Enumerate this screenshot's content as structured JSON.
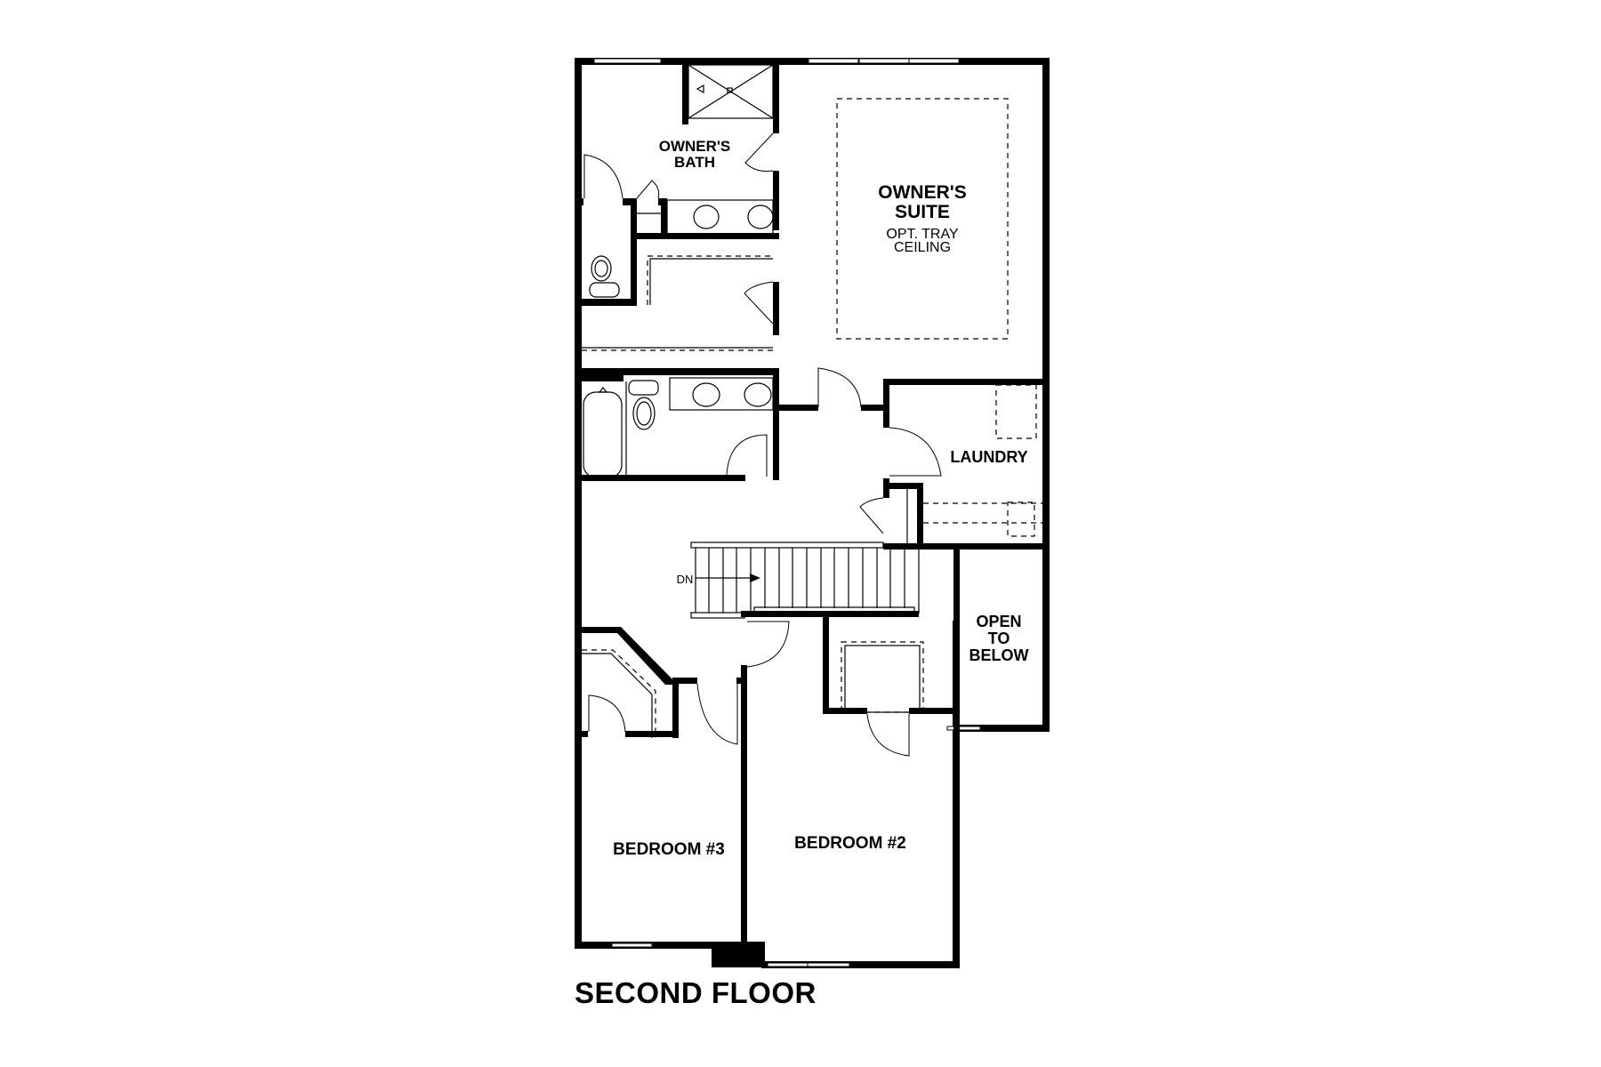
{
  "plan": {
    "title": "SECOND FLOOR",
    "rooms": {
      "owners_bath": {
        "line1": "OWNER'S",
        "line2": "BATH"
      },
      "owners_suite": {
        "line1": "OWNER'S",
        "line2": "SUITE",
        "note1": "OPT. TRAY",
        "note2": "CEILING"
      },
      "laundry": {
        "label": "LAUNDRY"
      },
      "open_to_below": {
        "line1": "OPEN",
        "line2": "TO",
        "line3": "BELOW"
      },
      "bedroom_3": {
        "label": "BEDROOM #3"
      },
      "bedroom_2": {
        "label": "BEDROOM #2"
      }
    },
    "stairs": {
      "label": "DN",
      "treads": 16
    }
  }
}
